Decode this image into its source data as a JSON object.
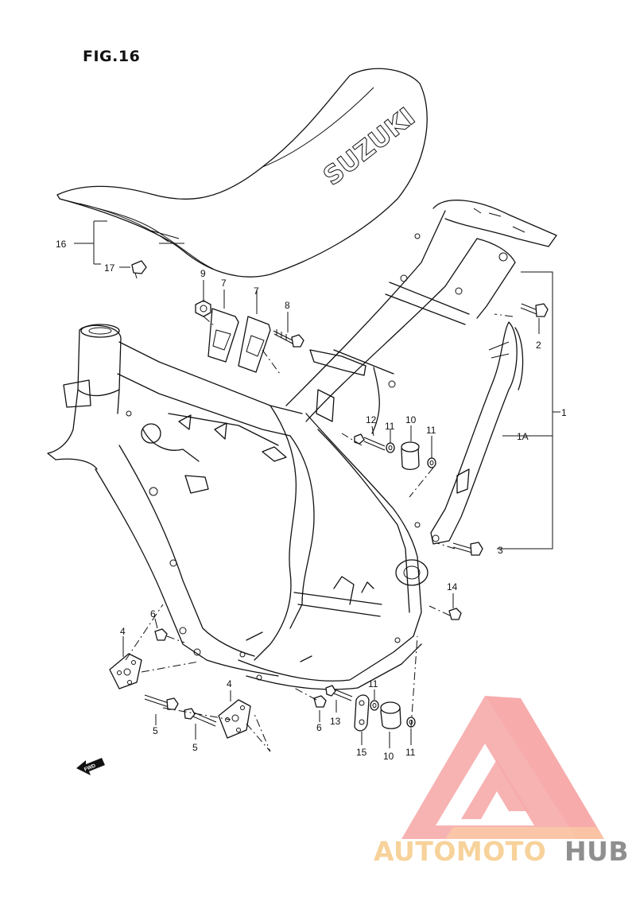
{
  "figure": {
    "title": "FIG.16"
  },
  "seat_branding": "SUZUKI",
  "fwd_marker": "FWD",
  "callouts": [
    {
      "id": "c16",
      "text": "16"
    },
    {
      "id": "c17",
      "text": "17"
    },
    {
      "id": "c9",
      "text": "9"
    },
    {
      "id": "c7a",
      "text": "7"
    },
    {
      "id": "c7b",
      "text": "7"
    },
    {
      "id": "c8",
      "text": "8"
    },
    {
      "id": "c2",
      "text": "2"
    },
    {
      "id": "c1",
      "text": "1"
    },
    {
      "id": "c1A",
      "text": "1A"
    },
    {
      "id": "c3",
      "text": "3"
    },
    {
      "id": "c12",
      "text": "12"
    },
    {
      "id": "c11a",
      "text": "11"
    },
    {
      "id": "c10a",
      "text": "10"
    },
    {
      "id": "c11b",
      "text": "11"
    },
    {
      "id": "c14",
      "text": "14"
    },
    {
      "id": "c6a",
      "text": "6"
    },
    {
      "id": "c4a",
      "text": "4"
    },
    {
      "id": "c4b",
      "text": "4"
    },
    {
      "id": "c5a",
      "text": "5"
    },
    {
      "id": "c5b",
      "text": "5"
    },
    {
      "id": "c6b",
      "text": "6"
    },
    {
      "id": "c13",
      "text": "13"
    },
    {
      "id": "c11c",
      "text": "11"
    },
    {
      "id": "c15",
      "text": "15"
    },
    {
      "id": "c10b",
      "text": "10"
    },
    {
      "id": "c11d",
      "text": "11"
    }
  ],
  "watermark": {
    "part1": "AUTOMOTO",
    "part2": "HUB",
    "color_primary": "#f6a9a9",
    "color_secondary": "#fdd39b",
    "color_text_dark": "#8f8f8f",
    "color_text_light": "#f7d29a"
  }
}
